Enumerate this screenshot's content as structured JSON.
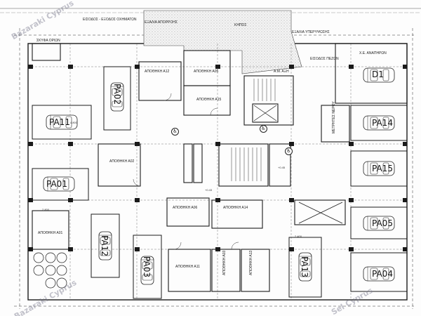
{
  "labels": {
    "entrance_vehicles": "ΕΙΣΟΔΟΣ - ΕΞΟΔΟΣ ΟΧΗΜΑΤΩΝ",
    "ramp_right": "ΕΞΑΛΙΑ ΥΠΕΡΥΨΩΣΗΣ",
    "ramp_left": "ΕΞΑΛΙΑ ΑΠΟΡΡΟΗΣ",
    "garden": "ΚΗΠΟΣ",
    "entrance_pedestrians": "ΕΙΣΟΔΟΣ ΠΕΖΩΝ",
    "disabled_space": "Χ.Ε. ΑΝΑΠΗΡΩΝ",
    "trash": "ΣΚΥΦΑ ΟΡΙΩΝ",
    "am_ajh": "Α.Μ. ΑΞΗ",
    "meters": "ΜΕΤΡΗΤΕΣ ΝΕΡΟΥ"
  },
  "storage": {
    "a12": "ΑΠΟΘΗΚΗ Α12",
    "a05": "ΑΠΟΘΗΚΗ Α05",
    "a15": "ΑΠΟΘΗΚΗ Α15",
    "a02": "ΑΠΟΘΗΚΗ Α02",
    "a01": "ΑΠΟΘΗΚΗ Α01",
    "a06": "ΑΠΟΘΗΚΗ Α06",
    "a14": "ΑΠΟΘΗΚΗ Α14",
    "a11": "ΑΠΟΘΗΚΗ Α11",
    "a03": "ΑΠΟΘΗΚΗ Α03",
    "a13": "ΑΠΟΘΗΚΗ Α13"
  },
  "parking": {
    "pa02": "PA02",
    "pa11": "PA11",
    "pa01": "PA01",
    "pa12": "PA12",
    "pa03": "PA03",
    "pa13": "PA13",
    "d1": "D1",
    "pa14": "PA14",
    "pa15": "PA15",
    "pa05": "PA05",
    "pa04": "PA04"
  },
  "dimensions": {
    "d1": "2.400",
    "d2": "4.800",
    "d3": "2.800",
    "d4": "+0.45",
    "d5": "+0.43"
  },
  "watermark": {
    "text": "Bazaraki Cyprus",
    "brand": "Sel Cyprus"
  },
  "colors": {
    "line": "#1a1a1a",
    "hatch": "#9a9a9a",
    "background": "#fdfdfd"
  }
}
